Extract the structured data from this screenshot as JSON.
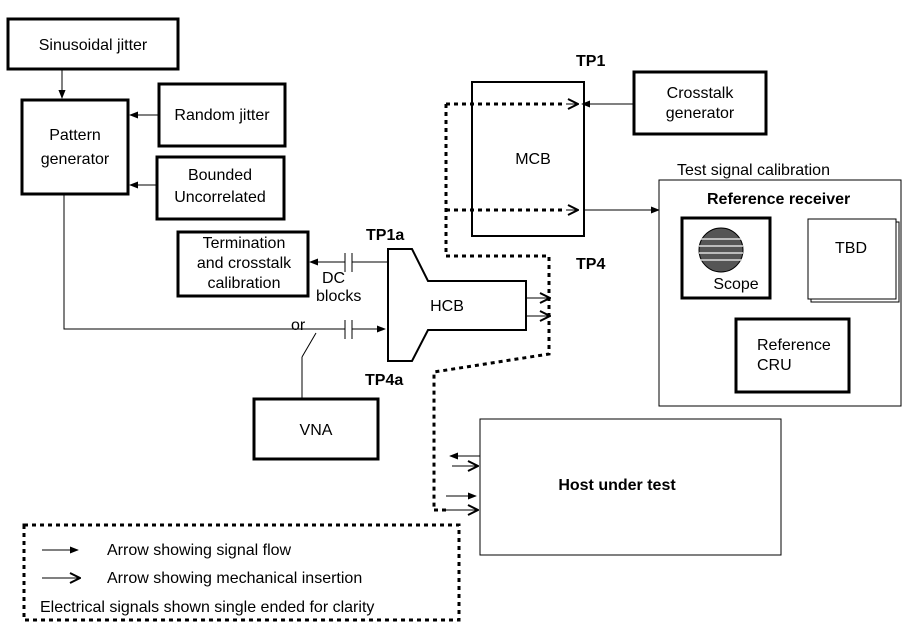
{
  "labels": {
    "sinusoidal_jitter": "Sinusoidal jitter",
    "random_jitter": "Random jitter",
    "pattern_generator_1": "Pattern",
    "pattern_generator_2": "generator",
    "bounded_1": "Bounded",
    "bounded_2": "Uncorrelated",
    "termination_1": "Termination",
    "termination_2": "and crosstalk",
    "termination_3": "calibration",
    "dc_1": "DC",
    "dc_2": "blocks",
    "or": "or",
    "vna": "VNA",
    "hcb": "HCB",
    "mcb": "MCB",
    "tp1": "TP1",
    "tp1a": "TP1a",
    "tp4": "TP4",
    "tp4a": "TP4a",
    "crosstalk_1": "Crosstalk",
    "crosstalk_2": "generator",
    "test_signal_calibration": "Test signal calibration",
    "reference_receiver": "Reference receiver",
    "scope": "Scope",
    "tbd": "TBD",
    "ref_cru_1": "Reference",
    "ref_cru_2": "CRU",
    "host_under_test": "Host under test"
  },
  "legend": {
    "signal_flow": "Arrow showing signal flow",
    "mechanical_insertion": "Arrow showing mechanical insertion",
    "note": "Electrical signals shown single ended for clarity"
  }
}
